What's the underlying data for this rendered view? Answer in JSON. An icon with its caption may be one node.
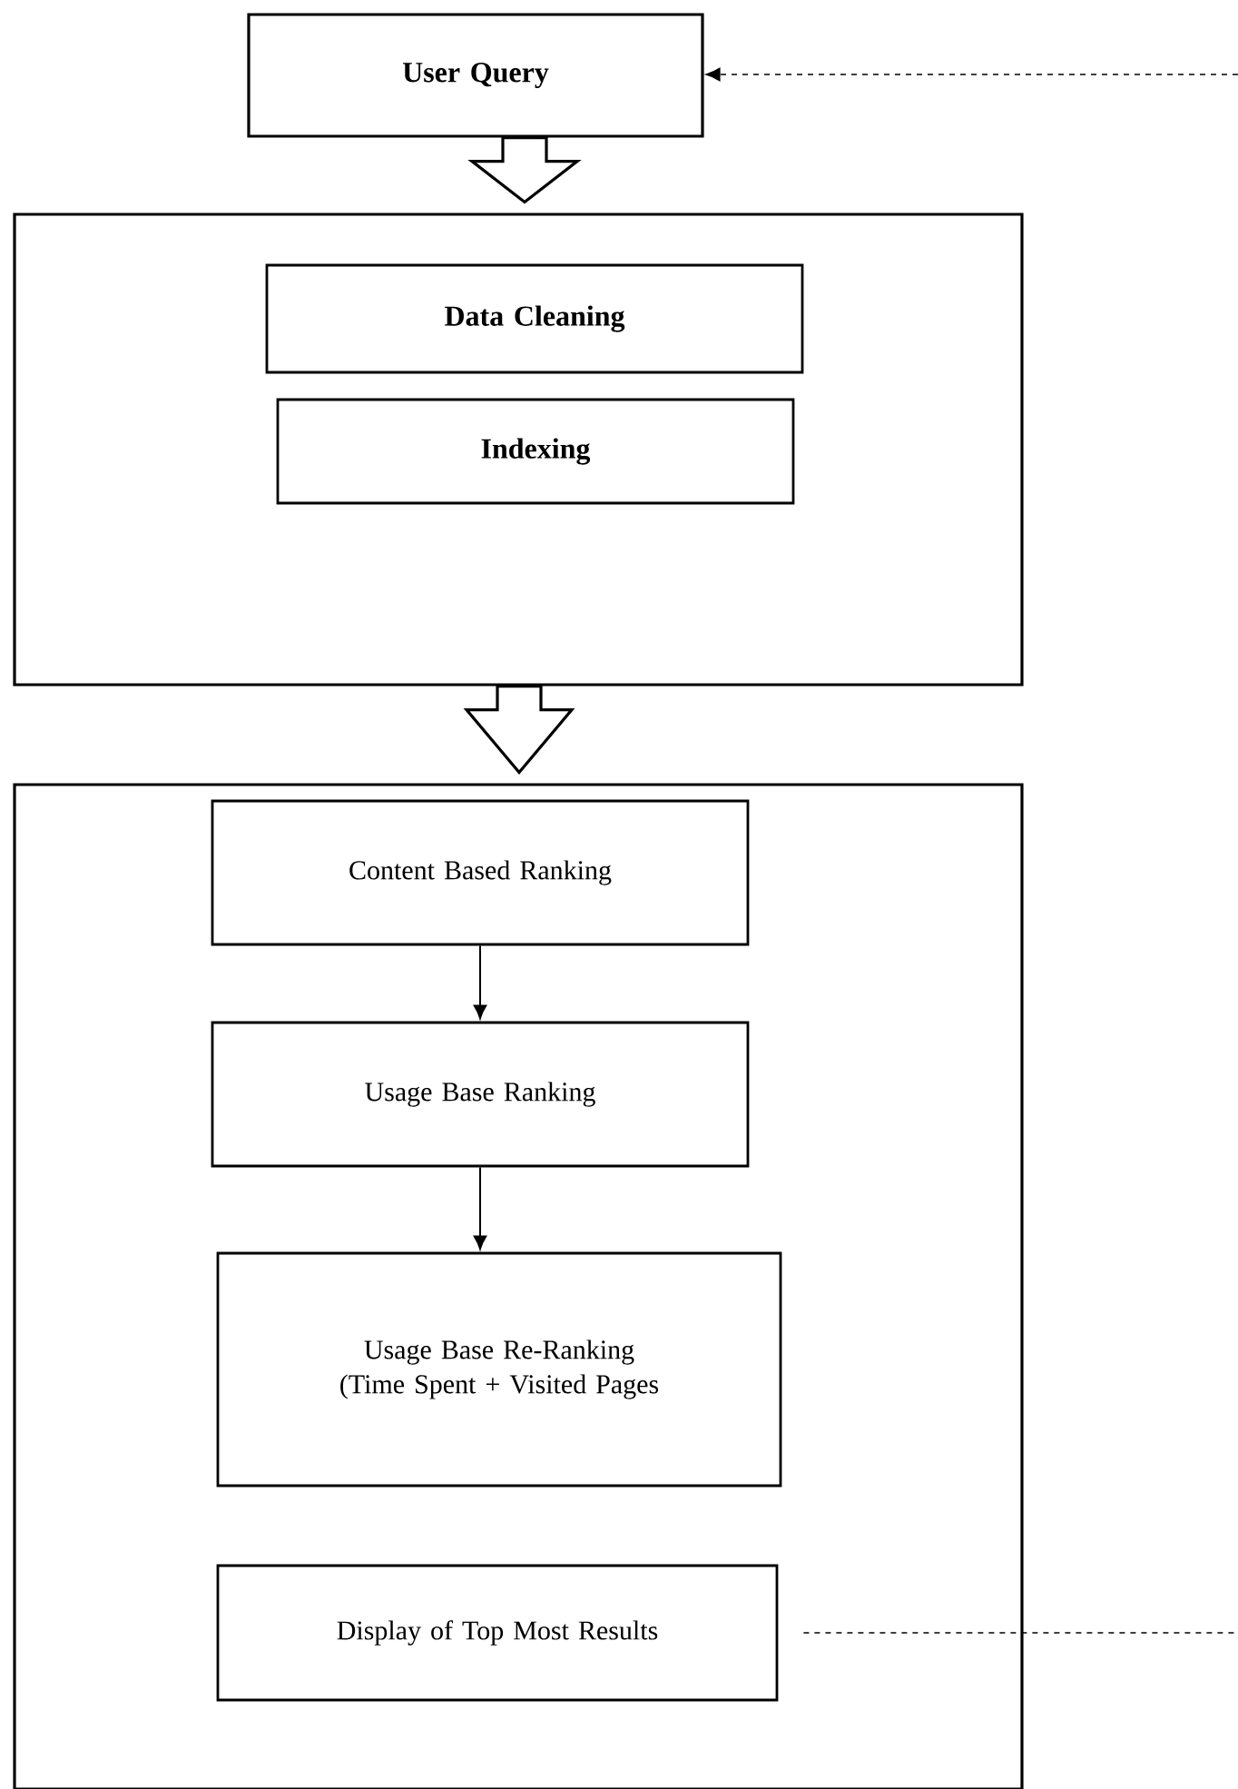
{
  "diagram": {
    "nodes": [
      {
        "text": [
          "User Query"
        ]
      },
      {
        "text": [],
        "shape": "box"
      },
      {
        "text": [
          "Data Cleaning"
        ],
        "in": 1
      },
      {
        "text": [
          "Indexing"
        ],
        "in": 1
      },
      {
        "text": [],
        "shape": "box"
      },
      {
        "text": [
          "Content Based Ranking"
        ],
        "in": 4
      },
      {
        "text": [
          "Usage Base Ranking"
        ],
        "in": 4
      },
      {
        "text": [
          "Usage Base Re-Ranking (Time Spent + Visited Pages"
        ],
        "in": 4
      },
      {
        "text": [
          "Display of Top Most Results"
        ],
        "in": 4
      }
    ],
    "edges": [
      {
        "from": 0,
        "to": 1,
        "arrow": "to",
        "style": "thick"
      },
      {
        "from": 1,
        "to": 4,
        "arrow": "to",
        "style": "thick"
      },
      {
        "from": 5,
        "to": 6,
        "arrow": "to"
      },
      {
        "from": 6,
        "to": 7,
        "arrow": "to"
      },
      {
        "from": null,
        "to": 0,
        "arrow": "to",
        "style": "dashed"
      },
      {
        "from": 8,
        "to": null,
        "arrow": "none",
        "style": "dashed"
      }
    ]
  }
}
